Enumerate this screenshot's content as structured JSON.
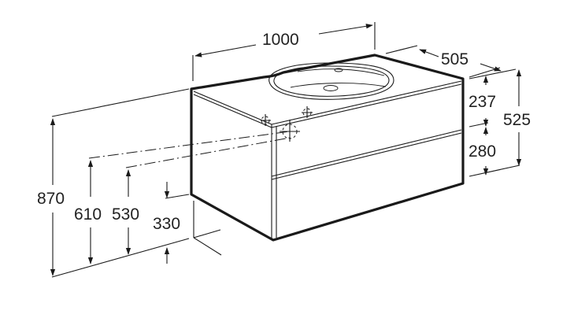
{
  "drawing": {
    "subject": "Wall-hung vanity unit with two drawers and countertop basin",
    "units": "mm",
    "colors": {
      "line": "#1a1a1a",
      "text": "#222222",
      "background": "#ffffff"
    }
  },
  "dimensions": {
    "width": "1000",
    "depth": "505",
    "upper_drawer_height": "237",
    "lower_drawer_height": "280",
    "total_unit_height": "525",
    "top_height_from_floor": "870",
    "drain_height_upper": "610",
    "drain_height_lower": "530",
    "bottom_height_from_floor": "330"
  }
}
